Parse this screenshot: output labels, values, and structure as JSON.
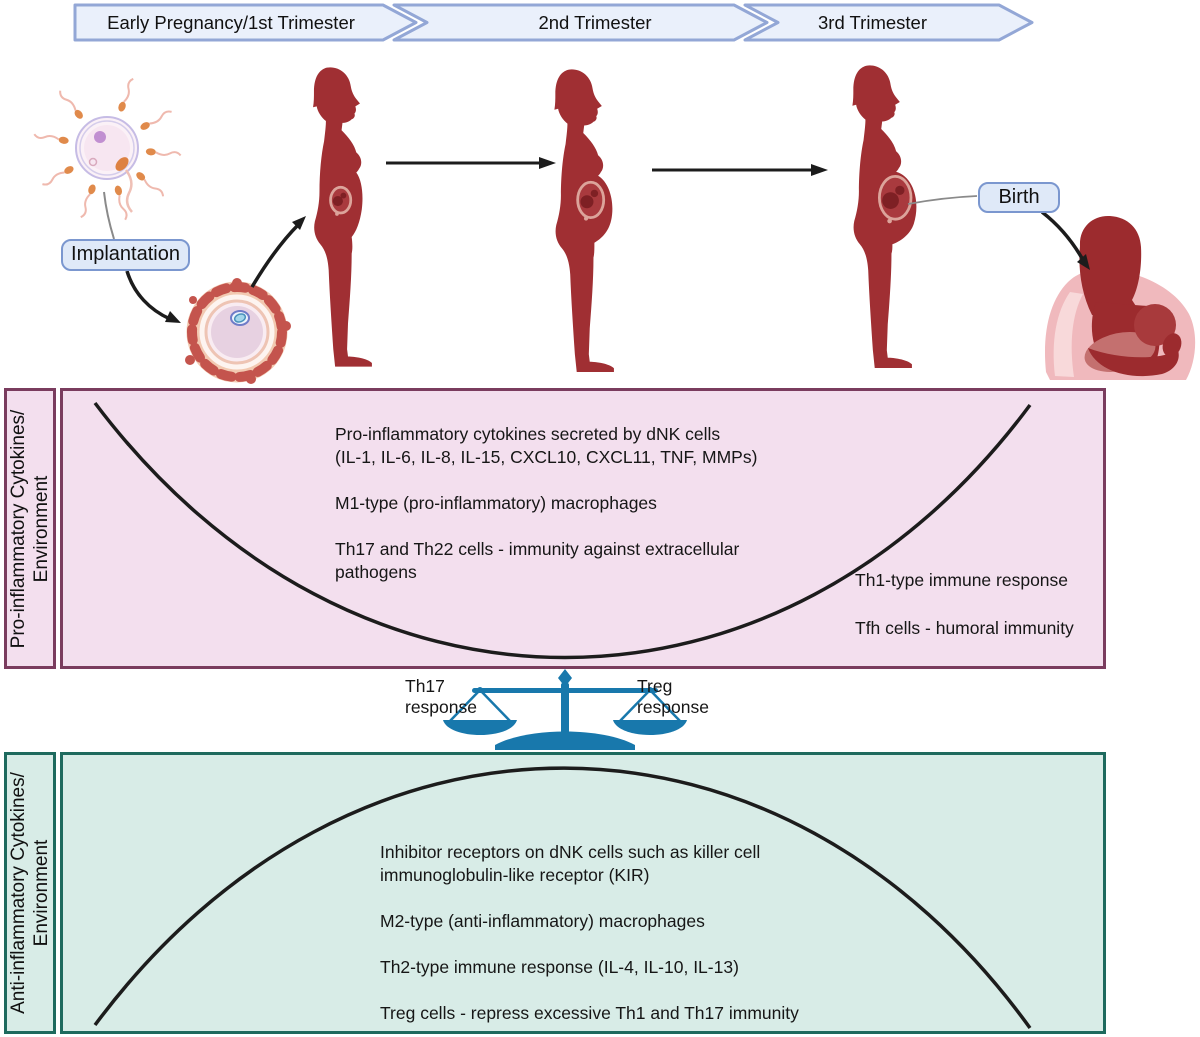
{
  "timeline": {
    "stage1": "Early Pregnancy/1st Trimester",
    "stage2": "2nd Trimester",
    "stage3": "3rd Trimester"
  },
  "callouts": {
    "implantation": "Implantation",
    "birth": "Birth"
  },
  "pro_section": {
    "side_label_1": "Pro-inflammatory Cytokines/",
    "side_label_2": "Environment",
    "line1": "Pro-inflammatory cytokines secreted by dNK cells",
    "line2": "(IL-1, IL-6, IL-8, IL-15, CXCL10, CXCL11, TNF, MMPs)",
    "line3": "M1-type (pro-inflammatory) macrophages",
    "line4": "Th17 and Th22 cells - immunity against extracellular",
    "line5": "pathogens",
    "right1": "Th1-type immune response",
    "right2": "Tfh cells -  humoral immunity"
  },
  "balance": {
    "left1": "Th17",
    "left2": "response",
    "right1": "Treg",
    "right2": "response"
  },
  "anti_section": {
    "side_label_1": "Anti-inflammatory Cytokines/",
    "side_label_2": "Environment",
    "line1": "Inhibitor receptors on dNK cells such as killer cell",
    "line2": "immunoglobulin-like receptor (KIR)",
    "line3": "M2-type (anti-inflammatory) macrophages",
    "line4": "Th2-type immune response (IL-4, IL-10, IL-13)",
    "line5": "Treg cells - repress excessive Th1 and Th17 immunity"
  },
  "colors": {
    "chevron_fill": "#eaf0fb",
    "chevron_border": "#93a7d6",
    "callout_fill": "#dfe9f8",
    "callout_border": "#7b97cf",
    "pro_fill": "#f3dfee",
    "pro_border": "#7a3c5e",
    "anti_fill": "#d8ece7",
    "anti_border": "#1e6a5e",
    "figure_red": "#a02f33",
    "balance_blue": "#1878ac",
    "curve_black": "#1c1c1c"
  }
}
